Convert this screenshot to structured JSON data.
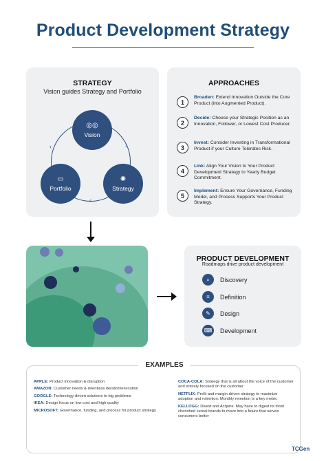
{
  "title": "Product Development Strategy",
  "strategy": {
    "heading": "STRATEGY",
    "subheading": "Vision guides Strategy and Portfolio",
    "circles": [
      {
        "label": "Vision",
        "icon": "binoculars-icon",
        "glyph": "👁"
      },
      {
        "label": "Portfolio",
        "icon": "folder-icon",
        "glyph": "📁"
      },
      {
        "label": "Strategy",
        "icon": "lightbulb-gear-icon",
        "glyph": "💡"
      }
    ]
  },
  "approaches": {
    "heading": "APPROACHES",
    "items": [
      {
        "num": "1",
        "key": "Broaden:",
        "text": "Extend Innovation Outside the Core Product (into Augmented Product)."
      },
      {
        "num": "2",
        "key": "Decide:",
        "text": "Choose your Strategic Position as an Innovation, Follower, or Lowest Cost Producer."
      },
      {
        "num": "3",
        "key": "Invest:",
        "text": "Consider Investing in Transformational Product if your Culture Tolerates Risk."
      },
      {
        "num": "4",
        "key": "Link:",
        "text": "Align Your Vision to Your Product Development Strategy to Yearly Budget Commitment."
      },
      {
        "num": "5",
        "key": "Implement:",
        "text": "Ensure Your Governance, Funding Model, and Process Supports Your Product Strategy."
      }
    ]
  },
  "product_development": {
    "heading": "PRODUCT DEVELOPMENT",
    "subheading": "Roadmaps drive product development",
    "items": [
      {
        "label": "Discovery",
        "icon": "search-icon",
        "glyph": "⌕"
      },
      {
        "label": "Definition",
        "icon": "document-icon",
        "glyph": "≡"
      },
      {
        "label": "Design",
        "icon": "design-icon",
        "glyph": "✎"
      },
      {
        "label": "Development",
        "icon": "code-icon",
        "glyph": "⌨"
      }
    ]
  },
  "examples": {
    "heading": "EXAMPLES",
    "left": [
      {
        "key": "APPLE:",
        "text": "Product innovation & disruption"
      },
      {
        "key": "AMAZON:",
        "text": "Customer needs & relentless iteration/execution"
      },
      {
        "key": "GOOGLE:",
        "text": "Technology-driven solutions to big problems"
      },
      {
        "key": "IKEA:",
        "text": "Design focus on low cost and high quality"
      },
      {
        "key": "MICROSOFT:",
        "text": "Governance, funding, and process for product strategy"
      }
    ],
    "right": [
      {
        "key": "COCA-COLA:",
        "text": "Strategy that is all about the voice of the customer and entirely focused on the customer"
      },
      {
        "key": "NETFLIX:",
        "text": "Profit and margin-driven strategy to maximize adoption and retention. Monthly retention is a key metric"
      },
      {
        "key": "KELLOGG:",
        "text": "Divest and Acquire. May have to digest its most cherished cereal brands to move into a future that serves consumers better"
      }
    ]
  },
  "logo": "TCGen",
  "colors": {
    "navy": "#2f4f7f",
    "title": "#1f4e79",
    "green": "#7ec3ab",
    "dark_green": "#3c9a78"
  }
}
